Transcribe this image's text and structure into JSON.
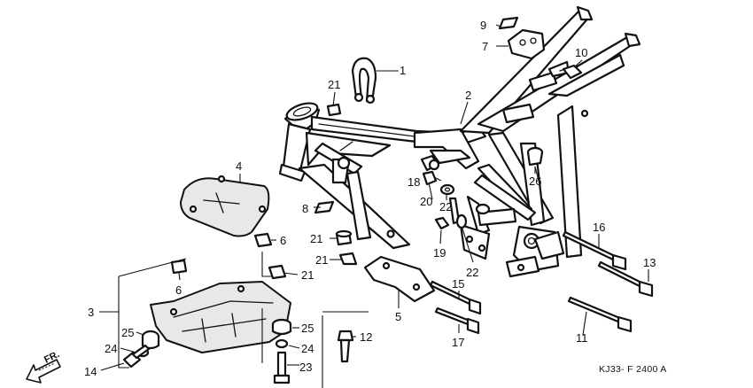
{
  "callouts": [
    {
      "id": "c1",
      "label": "1"
    },
    {
      "id": "c2",
      "label": "2"
    },
    {
      "id": "c3",
      "label": "3"
    },
    {
      "id": "c4",
      "label": "4"
    },
    {
      "id": "c5",
      "label": "5"
    },
    {
      "id": "c6a",
      "label": "6"
    },
    {
      "id": "c6b",
      "label": "6"
    },
    {
      "id": "c7",
      "label": "7"
    },
    {
      "id": "c8",
      "label": "8"
    },
    {
      "id": "c9",
      "label": "9"
    },
    {
      "id": "c10",
      "label": "10"
    },
    {
      "id": "c11",
      "label": "11"
    },
    {
      "id": "c12",
      "label": "12"
    },
    {
      "id": "c13",
      "label": "13"
    },
    {
      "id": "c14",
      "label": "14"
    },
    {
      "id": "c15",
      "label": "15"
    },
    {
      "id": "c16",
      "label": "16"
    },
    {
      "id": "c17",
      "label": "17"
    },
    {
      "id": "c18",
      "label": "18"
    },
    {
      "id": "c19",
      "label": "19"
    },
    {
      "id": "c20",
      "label": "20"
    },
    {
      "id": "c21a",
      "label": "21"
    },
    {
      "id": "c21b",
      "label": "21"
    },
    {
      "id": "c21c",
      "label": "21"
    },
    {
      "id": "c21d",
      "label": "21"
    },
    {
      "id": "c22a",
      "label": "22"
    },
    {
      "id": "c22b",
      "label": "22"
    },
    {
      "id": "c23",
      "label": "23"
    },
    {
      "id": "c24a",
      "label": "24"
    },
    {
      "id": "c24b",
      "label": "24"
    },
    {
      "id": "c25a",
      "label": "25"
    },
    {
      "id": "c25b",
      "label": "25"
    },
    {
      "id": "c26",
      "label": "26"
    }
  ],
  "diagram_code": "KJ33- F 2400 A",
  "direction_label": "FR."
}
